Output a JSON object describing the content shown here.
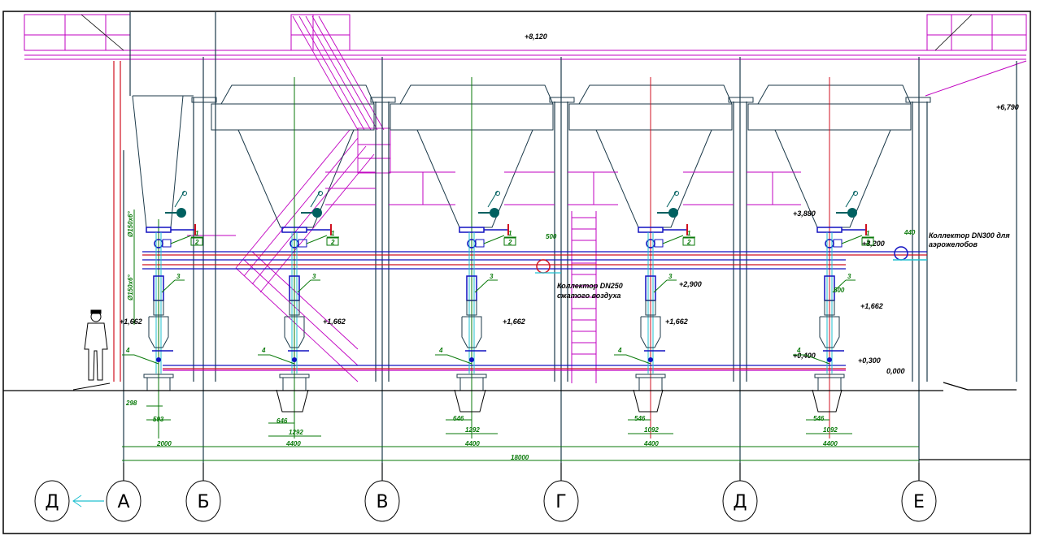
{
  "drawing": {
    "type": "CAD elevation section",
    "colors": {
      "frame": "#000000",
      "structure": "#1c3a4a",
      "platform": "#c000c0",
      "pipe_blue": "#1010c0",
      "pipe_red": "#d01020",
      "dimension": "#0a7a0a",
      "cyan": "#20c0d0",
      "teal": "#006060"
    },
    "elevations": {
      "roof": "+8,120",
      "right_platform": "+6,790",
      "hopper_outlet": "+3,880",
      "manifold_top": "+3,200",
      "compressed_air": "+2,900",
      "feeder": "+1,662",
      "low_left": "+0,400",
      "low_right": "+0,300",
      "ground": "0,000"
    },
    "feeder_elevations": [
      "+1,662",
      "+1,662",
      "+1,662",
      "+1,662",
      "+1,662"
    ],
    "callouts": {
      "pos1": "1",
      "pos2": "2",
      "pos3": "3",
      "pos4": "4"
    },
    "vertical_dims": {
      "upper": "Ø150x6°",
      "lower": "Ø150x6°"
    },
    "annotations": {
      "air_collector_line1": "Коллектор DN250",
      "air_collector_line2": "сжатого воздуха",
      "air_collector_dim": "500",
      "aero_collector_line1": "Коллектор DN300 для",
      "aero_collector_line2": "аэрожелобов",
      "aero_collector_dim": "440",
      "offset_dim": "500"
    },
    "foundation_dims": [
      {
        "a": "298",
        "b": "593"
      },
      {
        "a": "646",
        "b": "1292"
      },
      {
        "a": "646",
        "b": "1292"
      },
      {
        "a": "546",
        "b": "1092"
      },
      {
        "a": "546",
        "b": "1092"
      }
    ],
    "span_dims": [
      "2000",
      "4400",
      "4400",
      "4400",
      "4400"
    ],
    "total_dim": "18000",
    "grid_axes": [
      "А",
      "Б",
      "В",
      "Г",
      "Д",
      "Е"
    ],
    "reference_axis": "Д"
  }
}
